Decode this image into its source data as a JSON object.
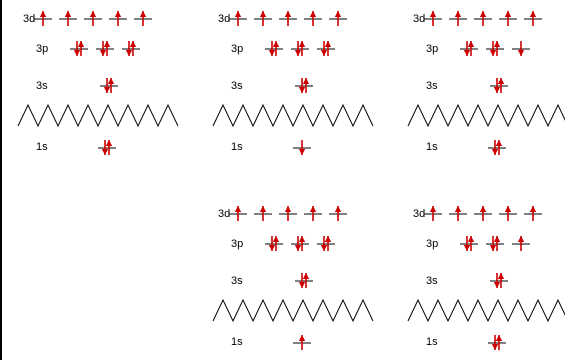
{
  "colors": {
    "arrow": "#cc0000",
    "line": "#000000",
    "background": "#ffffff"
  },
  "panels": [
    {
      "labels": {
        "d3": "3d",
        "p3": "3p",
        "s3": "3s",
        "s1": "1s"
      },
      "orbitals": {
        "d3": [
          "up",
          "up",
          "up",
          "up",
          "up"
        ],
        "p3": [
          "pair",
          "pair",
          "pair"
        ],
        "s3": [
          "pair"
        ],
        "s1": [
          "pair"
        ]
      }
    },
    {
      "labels": {
        "d3": "3d",
        "p3": "3p",
        "s3": "3s",
        "s1": "1s"
      },
      "orbitals": {
        "d3": [
          "up",
          "up",
          "up",
          "up",
          "up"
        ],
        "p3": [
          "pair",
          "pair",
          "pair"
        ],
        "s3": [
          "pair"
        ],
        "s1": [
          "down"
        ]
      }
    },
    {
      "labels": {
        "d3": "3d",
        "p3": "3p",
        "s3": "3s",
        "s1": "1s"
      },
      "orbitals": {
        "d3": [
          "up",
          "up",
          "up",
          "up",
          "up"
        ],
        "p3": [
          "pair",
          "pair",
          "down"
        ],
        "s3": [
          "pair"
        ],
        "s1": [
          "pair"
        ]
      }
    },
    {
      "labels": {
        "d3": "3d",
        "p3": "3p",
        "s3": "3s",
        "s1": "1s"
      },
      "orbitals": {
        "d3": [
          "up",
          "up",
          "up",
          "up",
          "up"
        ],
        "p3": [
          "pair",
          "pair",
          "pair"
        ],
        "s3": [
          "pair"
        ],
        "s1": [
          "up"
        ]
      }
    },
    {
      "labels": {
        "d3": "3d",
        "p3": "3p",
        "s3": "3s",
        "s1": "1s"
      },
      "orbitals": {
        "d3": [
          "up",
          "up",
          "up",
          "up",
          "up"
        ],
        "p3": [
          "pair",
          "pair",
          "up"
        ],
        "s3": [
          "pair"
        ],
        "s1": [
          "pair"
        ]
      }
    }
  ]
}
